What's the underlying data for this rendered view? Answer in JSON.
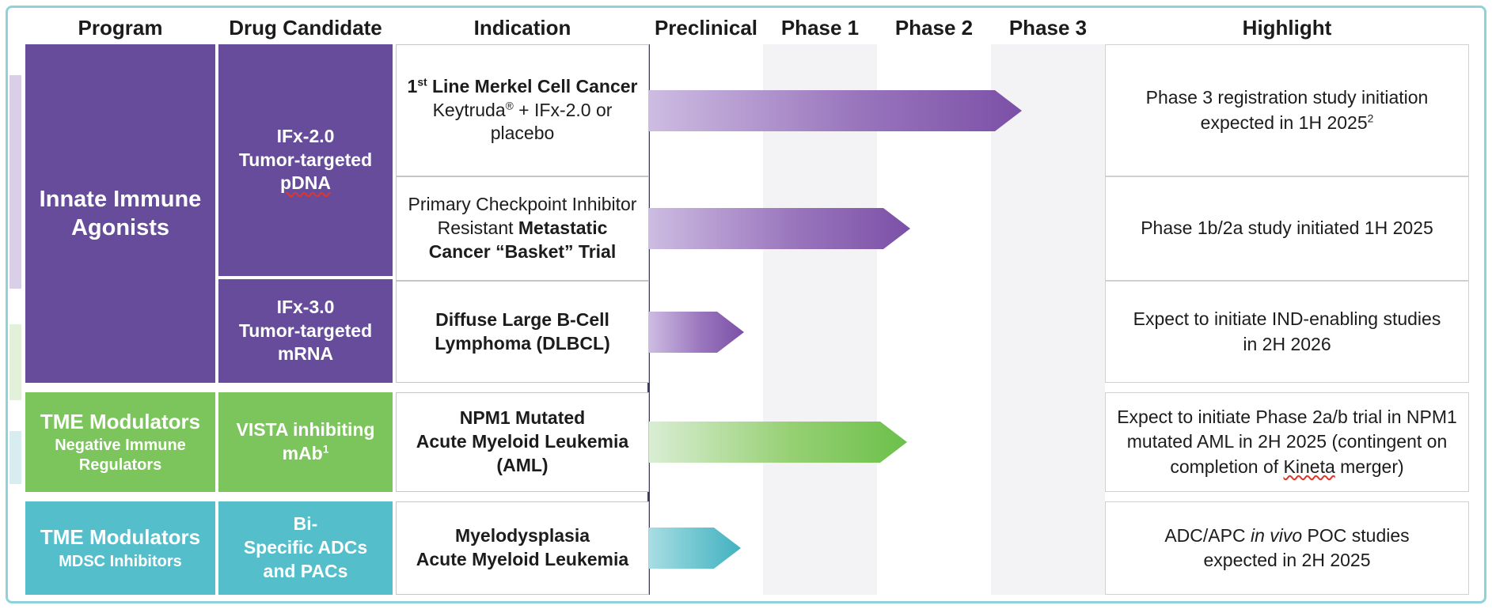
{
  "page": {
    "type": "clinical-pipeline-diagram"
  },
  "colors": {
    "frame_border": "#8fd3da",
    "purple": "#684c9c",
    "green": "#7cc45c",
    "teal": "#55becb",
    "phase_stripe": "#f3f3f5",
    "axis_line": "#3d3d55",
    "cell_border": "#c6c6c6",
    "text_dark": "#1c1c1c",
    "spellcheck_red": "#e0362c",
    "arrow_purple": [
      "#cdbce2",
      "#7b50a7"
    ],
    "arrow_green": [
      "#d9edd3",
      "#6cc04a"
    ],
    "arrow_teal": [
      "#a9dde3",
      "#43b1c0"
    ],
    "accent_purple": "#d9d0e8",
    "accent_green": "#e3f0da",
    "accent_teal": "#d8edef"
  },
  "header": {
    "program": "Program",
    "drug_candidate": "Drug Candidate",
    "indication": "Indication",
    "preclinical": "Preclinical",
    "phase1": "Phase 1",
    "phase2": "Phase 2",
    "phase3": "Phase 3",
    "highlight": "Highlight"
  },
  "programs": [
    {
      "title": "Innate Immune Agonists"
    },
    {
      "title": "TME Modulators",
      "subtitle": "Negative Immune Regulators"
    },
    {
      "title": "TME Modulators",
      "subtitle": "MDSC Inhibitors"
    }
  ],
  "drugs": [
    {
      "line1": "IFx-2.0",
      "line2": "Tumor-targeted",
      "line3": "pDNA"
    },
    {
      "line1": "IFx-3.0",
      "line2": "Tumor-targeted",
      "line3": "mRNA"
    },
    {
      "text": "VISTA inhibiting mAb",
      "sup": "1"
    },
    {
      "line1": "Bi-",
      "line2": "Specific ADCs",
      "line3": "and PACs"
    }
  ],
  "rows": [
    {
      "indication": {
        "bold_pre": "1",
        "bold_sup": "st",
        "bold_rest": " Line Merkel Cell Cancer",
        "normal_name": "Keytruda",
        "normal_sup": "®",
        "normal_rest": " + IFx-2.0 or placebo"
      },
      "arrow": {
        "start": "Preclinical",
        "end": "entering Phase 3",
        "progress_phases": 3.3
      },
      "highlight": {
        "text": "Phase 3 registration study initiation expected in 1H 2025",
        "sup": "2"
      }
    },
    {
      "indication": {
        "normal": "Primary Checkpoint Inhibitor Resistant ",
        "bold": "Metastatic Cancer “Basket” Trial"
      },
      "arrow": {
        "start": "Preclinical",
        "end": "early Phase 2",
        "progress_phases": 2.3
      },
      "highlight": {
        "text": "Phase 1b/2a study initiated 1H 2025"
      }
    },
    {
      "indication": {
        "line1": "Diffuse Large B-Cell",
        "line2": "Lymphoma (DLBCL)"
      },
      "arrow": {
        "start": "Preclinical",
        "end": "late Preclinical",
        "progress_phases": 0.8
      },
      "highlight": {
        "text": "Expect to initiate IND-enabling studies in 2H 2026"
      }
    },
    {
      "indication": {
        "line1": "NPM1 Mutated",
        "line2": "Acute Myeloid Leukemia",
        "line3": "(AML)"
      },
      "arrow": {
        "start": "Preclinical",
        "end": "early Phase 2",
        "progress_phases": 2.25
      },
      "highlight": {
        "pre": "Expect to initiate Phase 2a/b trial in NPM1 mutated AML in 2H 2025 (contingent on completion of ",
        "kineta": "Kineta",
        "post": " merger)"
      }
    },
    {
      "indication": {
        "line1": "Myelodysplasia",
        "line2": "Acute Myeloid Leukemia"
      },
      "arrow": {
        "start": "Preclinical",
        "end": "late Preclinical",
        "progress_phases": 0.8
      },
      "highlight": {
        "pre": "ADC/APC ",
        "italic": "in vivo",
        "post": " POC studies expected in 2H 2025"
      }
    }
  ]
}
